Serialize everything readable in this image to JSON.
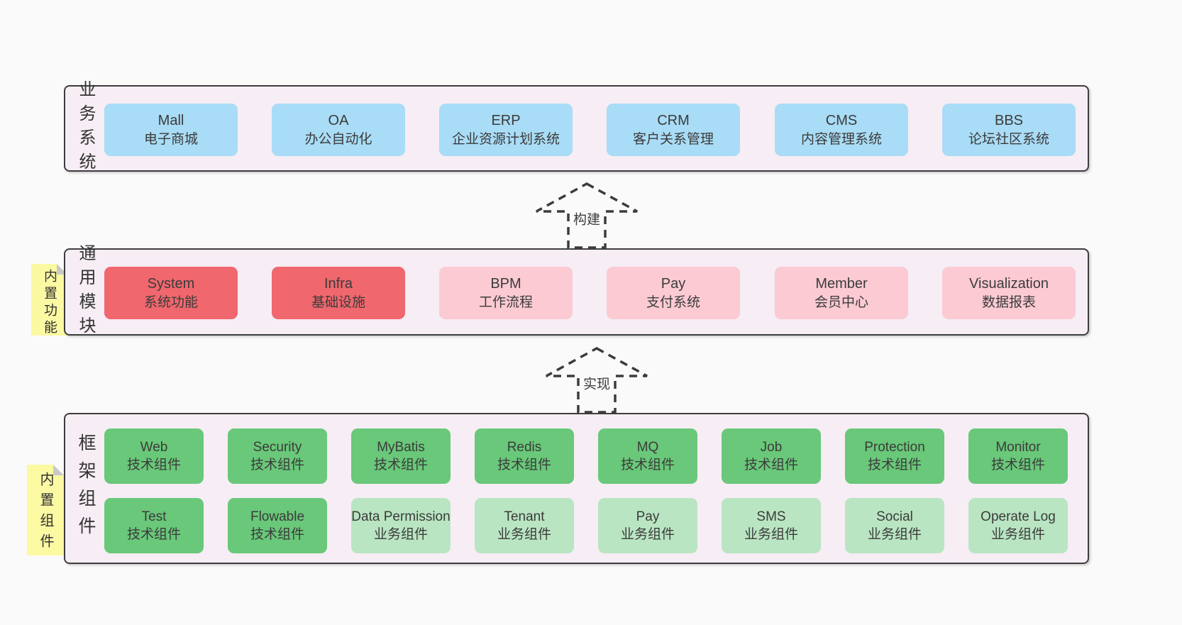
{
  "palette": {
    "page_bg": "#fafafa",
    "container_bg": "#f6edf5",
    "container_border": "#3d3d3d",
    "blue_box": "#a9dcf6",
    "red_box": "#f0676d",
    "pink_box": "#fbcad3",
    "green_box": "#69c879",
    "light_green_box": "#b9e5c2",
    "sticky_yellow": "#fbf9a2",
    "sticky_fold_gray": "#c8c8c8",
    "text": "#3b3b3b",
    "arrow_stroke": "#3c3c3c"
  },
  "stickies": [
    {
      "label": "内置功能"
    },
    {
      "label": "内置组件"
    }
  ],
  "arrows": [
    {
      "label": "构建"
    },
    {
      "label": "实现"
    }
  ],
  "sections": {
    "business": {
      "label": "业务系统",
      "boxes": [
        {
          "title": "Mall",
          "subtitle": "电子商城"
        },
        {
          "title": "OA",
          "subtitle": "办公自动化"
        },
        {
          "title": "ERP",
          "subtitle": "企业资源计划系统"
        },
        {
          "title": "CRM",
          "subtitle": "客户关系管理"
        },
        {
          "title": "CMS",
          "subtitle": "内容管理系统"
        },
        {
          "title": "BBS",
          "subtitle": "论坛社区系统"
        }
      ]
    },
    "modules": {
      "label": "通用模块",
      "boxes": [
        {
          "title": "System",
          "subtitle": "系统功能",
          "variant": "red"
        },
        {
          "title": "Infra",
          "subtitle": "基础设施",
          "variant": "red"
        },
        {
          "title": "BPM",
          "subtitle": "工作流程",
          "variant": "pink"
        },
        {
          "title": "Pay",
          "subtitle": "支付系统",
          "variant": "pink"
        },
        {
          "title": "Member",
          "subtitle": "会员中心",
          "variant": "pink"
        },
        {
          "title": "Visualization",
          "subtitle": "数据报表",
          "variant": "pink"
        }
      ]
    },
    "framework": {
      "label": "框架组件",
      "rows": [
        [
          {
            "title": "Web",
            "subtitle": "技术组件",
            "variant": "green"
          },
          {
            "title": "Security",
            "subtitle": "技术组件",
            "variant": "green"
          },
          {
            "title": "MyBatis",
            "subtitle": "技术组件",
            "variant": "green"
          },
          {
            "title": "Redis",
            "subtitle": "技术组件",
            "variant": "green"
          },
          {
            "title": "MQ",
            "subtitle": "技术组件",
            "variant": "green"
          },
          {
            "title": "Job",
            "subtitle": "技术组件",
            "variant": "green"
          },
          {
            "title": "Protection",
            "subtitle": "技术组件",
            "variant": "green"
          },
          {
            "title": "Monitor",
            "subtitle": "技术组件",
            "variant": "green"
          }
        ],
        [
          {
            "title": "Test",
            "subtitle": "技术组件",
            "variant": "green"
          },
          {
            "title": "Flowable",
            "subtitle": "技术组件",
            "variant": "green"
          },
          {
            "title": "Data Permission",
            "subtitle": "业务组件",
            "variant": "lightgreen"
          },
          {
            "title": "Tenant",
            "subtitle": "业务组件",
            "variant": "lightgreen"
          },
          {
            "title": "Pay",
            "subtitle": "业务组件",
            "variant": "lightgreen"
          },
          {
            "title": "SMS",
            "subtitle": "业务组件",
            "variant": "lightgreen"
          },
          {
            "title": "Social",
            "subtitle": "业务组件",
            "variant": "lightgreen"
          },
          {
            "title": "Operate Log",
            "subtitle": "业务组件",
            "variant": "lightgreen"
          }
        ]
      ]
    }
  }
}
